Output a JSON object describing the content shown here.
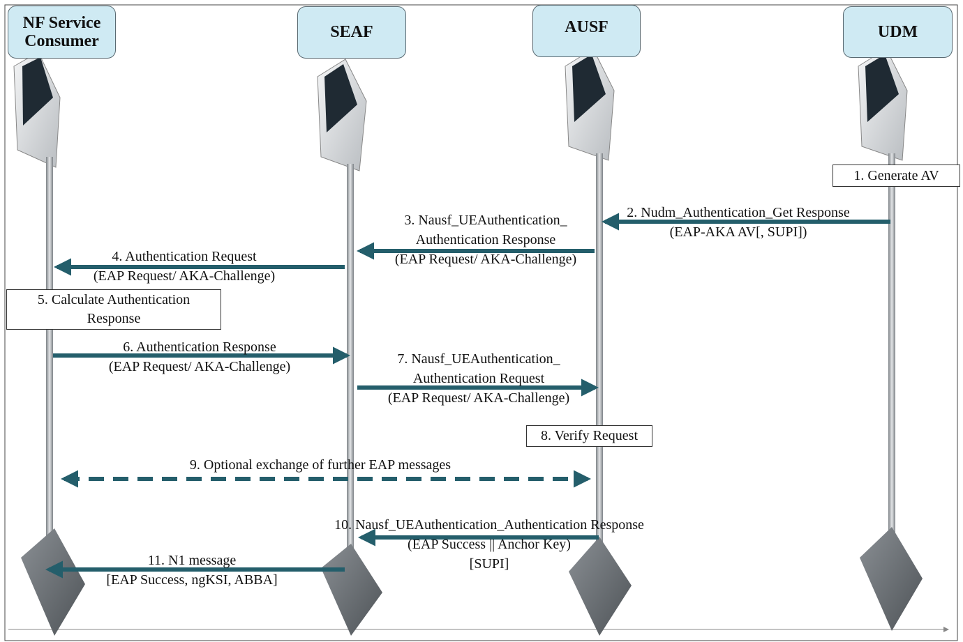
{
  "entities": [
    {
      "id": "nf",
      "name": "NF Service Consumer",
      "line1": "NF Service",
      "line2": "Consumer"
    },
    {
      "id": "seaf",
      "name": "SEAF"
    },
    {
      "id": "ausf",
      "name": "AUSF"
    },
    {
      "id": "udm",
      "name": "UDM"
    }
  ],
  "notes": {
    "generate_av": "1. Generate AV",
    "calculate_line1": "5. Calculate Authentication",
    "calculate_line2": "Response",
    "verify": "8. Verify Request"
  },
  "messages": [
    {
      "id": "m2",
      "lines": [
        "2. Nudm_Authentication_Get Response",
        "(EAP-AKA AV[, SUPI])"
      ]
    },
    {
      "id": "m3",
      "lines": [
        "3. Nausf_UEAuthentication_",
        "Authentication Response",
        "(EAP Request/ AKA-Challenge)"
      ]
    },
    {
      "id": "m4",
      "lines": [
        "4. Authentication Request",
        "(EAP Request/ AKA-Challenge)"
      ]
    },
    {
      "id": "m6",
      "lines": [
        "6. Authentication Response",
        "(EAP Request/ AKA-Challenge)"
      ]
    },
    {
      "id": "m7",
      "lines": [
        "7. Nausf_UEAuthentication_",
        "Authentication Request",
        "(EAP Request/ AKA-Challenge)"
      ]
    },
    {
      "id": "m9",
      "lines": [
        "9. Optional exchange of further EAP messages"
      ]
    },
    {
      "id": "m10",
      "lines": [
        "10. Nausf_UEAuthentication_Authentication Response",
        "(EAP Success || Anchor Key)",
        "[SUPI]"
      ]
    },
    {
      "id": "m11",
      "lines": [
        "11. N1 message",
        "[EAP Success, ngKSI, ABBA]"
      ]
    }
  ],
  "colors": {
    "arrow": "#245e6b",
    "node_fill": "#cfeaf3",
    "pole": "#9aa0a6",
    "base": "#6f7478"
  }
}
